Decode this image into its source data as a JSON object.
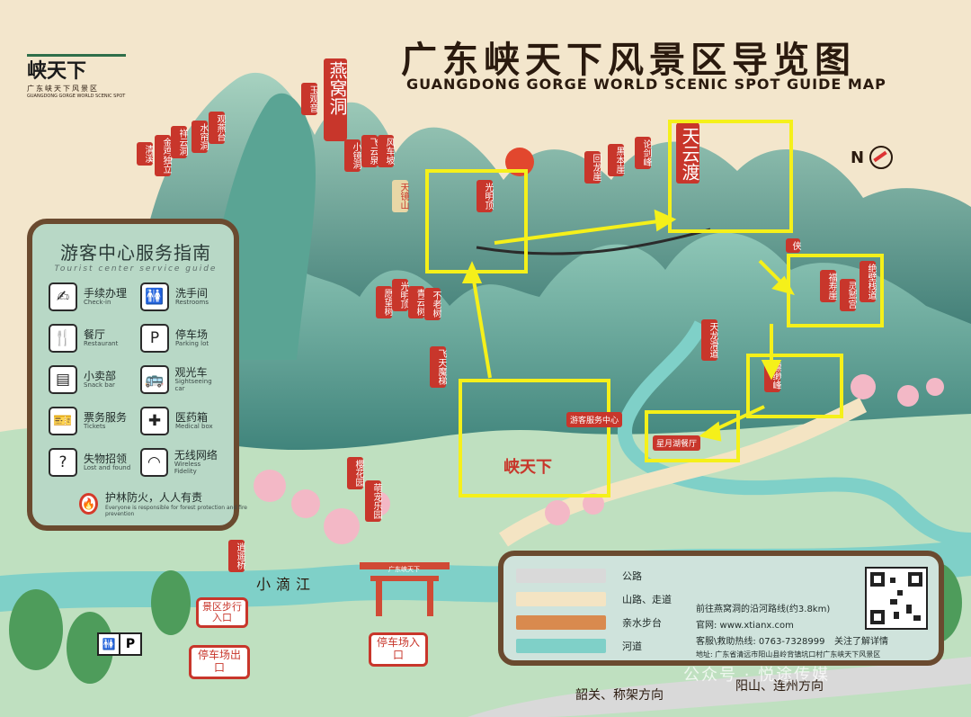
{
  "header": {
    "logo_text": "峡天下",
    "logo_sub_zh": "广东峡天下风景区",
    "logo_sub_en": "GUANGDONG GORGE WORLD SCENIC SPOT",
    "title_zh": "广东峡天下风景区导览图",
    "title_en": "GUANGDONG GORGE WORLD SCENIC SPOT GUIDE MAP",
    "compass_label": "N"
  },
  "spot_labels": [
    {
      "id": "qingxi",
      "text": "清溪"
    },
    {
      "id": "jinghuashu",
      "text": "金鸡独立"
    },
    {
      "id": "shenyundong",
      "text": "祥云洞"
    },
    {
      "id": "shuiliandong",
      "text": "水帘洞"
    },
    {
      "id": "guanyantai",
      "text": "观燕台"
    },
    {
      "id": "yuguanyin",
      "text": "玉观音"
    },
    {
      "id": "yanwodong",
      "text": "燕窝洞"
    },
    {
      "id": "xiaojingdong",
      "text": "小镜洞"
    },
    {
      "id": "feiyunquan",
      "text": "飞云泉"
    },
    {
      "id": "fengchepo",
      "text": "风车坡"
    },
    {
      "id": "huilongya",
      "text": "回龙崖"
    },
    {
      "id": "heibenya",
      "text": "黑本崖"
    },
    {
      "id": "lunjianfeng",
      "text": "论剑峰"
    },
    {
      "id": "tianjingshan",
      "text": "天镜山"
    },
    {
      "id": "guangminglingding",
      "text": "光明顶"
    },
    {
      "id": "tianyundu",
      "text": "天云渡"
    },
    {
      "id": "xiaaidong",
      "text": "侠"
    },
    {
      "id": "yuanwangshu",
      "text": "愿望树"
    },
    {
      "id": "guangmingding2",
      "text": "光明顶"
    },
    {
      "id": "qingyunshu",
      "text": "青云树"
    },
    {
      "id": "bulaoshu",
      "text": "不老树"
    },
    {
      "id": "feitianmoti",
      "text": "飞天魔梯"
    },
    {
      "id": "tianlonghuadao",
      "text": "天龙滑道"
    },
    {
      "id": "fushouya",
      "text": "福寿崖"
    },
    {
      "id": "lingjiugong",
      "text": "灵鹫宫"
    },
    {
      "id": "juebizhandao",
      "text": "绝壁栈道"
    },
    {
      "id": "pianshifeng",
      "text": "缥缈峰"
    },
    {
      "id": "yinghuayuan",
      "text": "樱花园"
    },
    {
      "id": "mengchongleyuan",
      "text": "萌宠乐园"
    },
    {
      "id": "zhiyinbujing",
      "text": "逍遥桥"
    },
    {
      "id": "youkefuwu",
      "text": "游客服务中心"
    },
    {
      "id": "yanshicanting",
      "text": "星月湖餐厅"
    },
    {
      "id": "xiaoyaojie",
      "text": "峡天下"
    }
  ],
  "river_label": "小滴江",
  "gate_label": "广东峡天下",
  "signs": {
    "entrance_walk": "景区步行入口",
    "parking_exit": "停车场出口",
    "parking_entrance": "停车场入口"
  },
  "road_directions": {
    "left": "韶关、称架方向",
    "right": "阳山、连州方向"
  },
  "service_panel": {
    "title": "游客中心服务指南",
    "subtitle": "Tourist center service guide",
    "items": [
      {
        "icon": "handshake-icon",
        "glyph": "✍",
        "zh": "手续办理",
        "en": "Check-in"
      },
      {
        "icon": "restroom-icon",
        "glyph": "🚻",
        "zh": "洗手间",
        "en": "Restrooms"
      },
      {
        "icon": "restaurant-icon",
        "glyph": "🍴",
        "zh": "餐厅",
        "en": "Restaurant"
      },
      {
        "icon": "parking-icon",
        "glyph": "P",
        "zh": "停车场",
        "en": "Parking lot"
      },
      {
        "icon": "snackbar-icon",
        "glyph": "▤",
        "zh": "小卖部",
        "en": "Snack bar"
      },
      {
        "icon": "bus-icon",
        "glyph": "🚌",
        "zh": "观光车",
        "en": "Sightseeing car"
      },
      {
        "icon": "ticket-icon",
        "glyph": "🎫",
        "zh": "票务服务",
        "en": "Tickets"
      },
      {
        "icon": "medical-icon",
        "glyph": "✚",
        "zh": "医药箱",
        "en": "Medical box"
      },
      {
        "icon": "lostfound-icon",
        "glyph": "?",
        "zh": "失物招领",
        "en": "Lost and found"
      },
      {
        "icon": "wifi-icon",
        "glyph": "◠",
        "zh": "无线网络",
        "en": "Wireless Fidelity"
      }
    ],
    "fire_zh": "护林防火，人人有责",
    "fire_en": "Everyone is responsible for forest protection and fire prevention"
  },
  "legend": {
    "rows": [
      {
        "label": "公路",
        "color": "#d9d9d9"
      },
      {
        "label": "山路、走道",
        "color": "#f4e4c3"
      },
      {
        "label": "亲水步台",
        "color": "#d98a4e"
      },
      {
        "label": "河道",
        "color": "#7fd0c8"
      }
    ],
    "route_note": "前往燕窝洞的沿河路线(约3.8km)",
    "website": "官网: www.xtianx.com",
    "hotline": "客服\\救助热线: 0763-7328999",
    "follow": "关注了解详情",
    "address": "地址: 广东省清远市阳山县岭背镇坑口村广东峡天下风景区"
  },
  "watermark": "公众号 · 悦途传媒",
  "highlight_color": "#f5f01a",
  "colors": {
    "background": "#f3e6cc",
    "mountain": "#4f9a8c",
    "river": "#7fd0c8",
    "label_red": "#c8362b",
    "frame_brown": "#6a4a2f"
  }
}
